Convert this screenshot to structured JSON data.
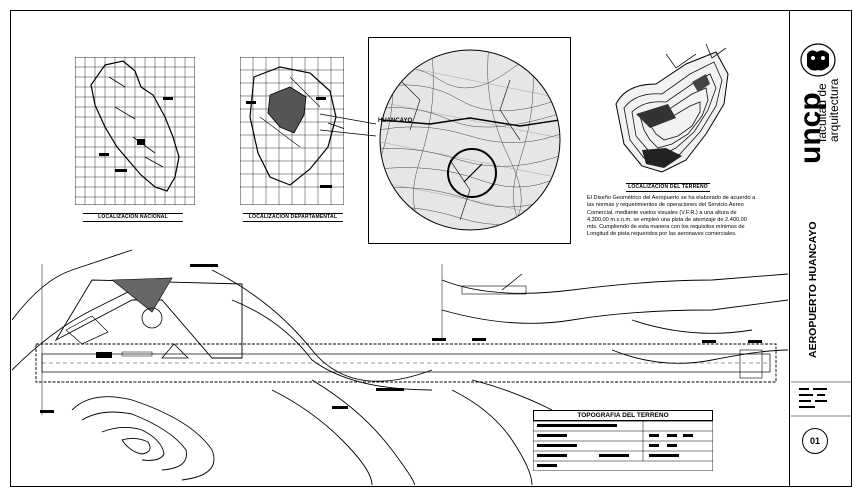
{
  "captions": {
    "national": "LOCALIZACION NACIONAL",
    "departmental": "LOCALIZACION DEPARTAMENTAL",
    "terrain": "LOCALIZACION DEL TERRENO",
    "topography": "TOPOGRAFIA DEL TERRENO"
  },
  "description": "El Diseño Geométrico del Aeropuerto se ha elaborado de acuerdo a las normas y requerimientos de operaciones del Servicio Aereo Comercial, mediante vuelos visuales (V.F.R.) a una altura de 4,300.00 m.s.n.m. se empleó una pista de aterrizaje de 2,400.00 mts. Cumpliendo de esta manera con los requisitos mínimos de Longitud de pista requeridos por las aeronaves comerciales.",
  "map_label": "HUANCAYO",
  "title_block": {
    "logo_main": "uncp",
    "logo_sub1": "facultad de",
    "logo_sub2": "arquitectura",
    "project": "AEROPUERTO HUANCAYO",
    "sheet_number": "01"
  }
}
